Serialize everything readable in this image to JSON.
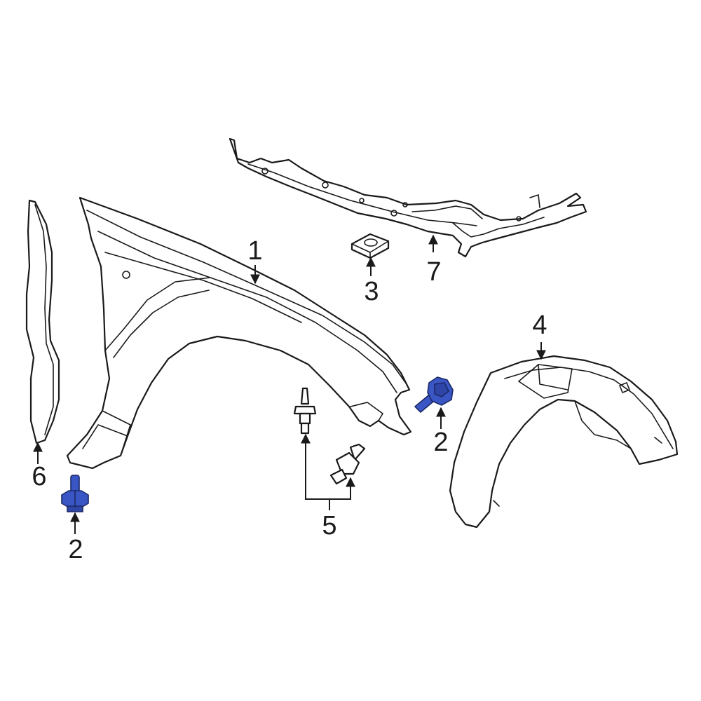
{
  "callouts": {
    "fender": "1",
    "bolt_left": "2",
    "bolt_right": "2",
    "nut": "3",
    "liner": "4",
    "clips": "5",
    "shield": "6",
    "support": "7"
  },
  "colors": {
    "line": "#1a1a1a",
    "highlight_fill": "#3a56c5",
    "highlight_stroke": "#1b2a66",
    "background": "#ffffff"
  }
}
